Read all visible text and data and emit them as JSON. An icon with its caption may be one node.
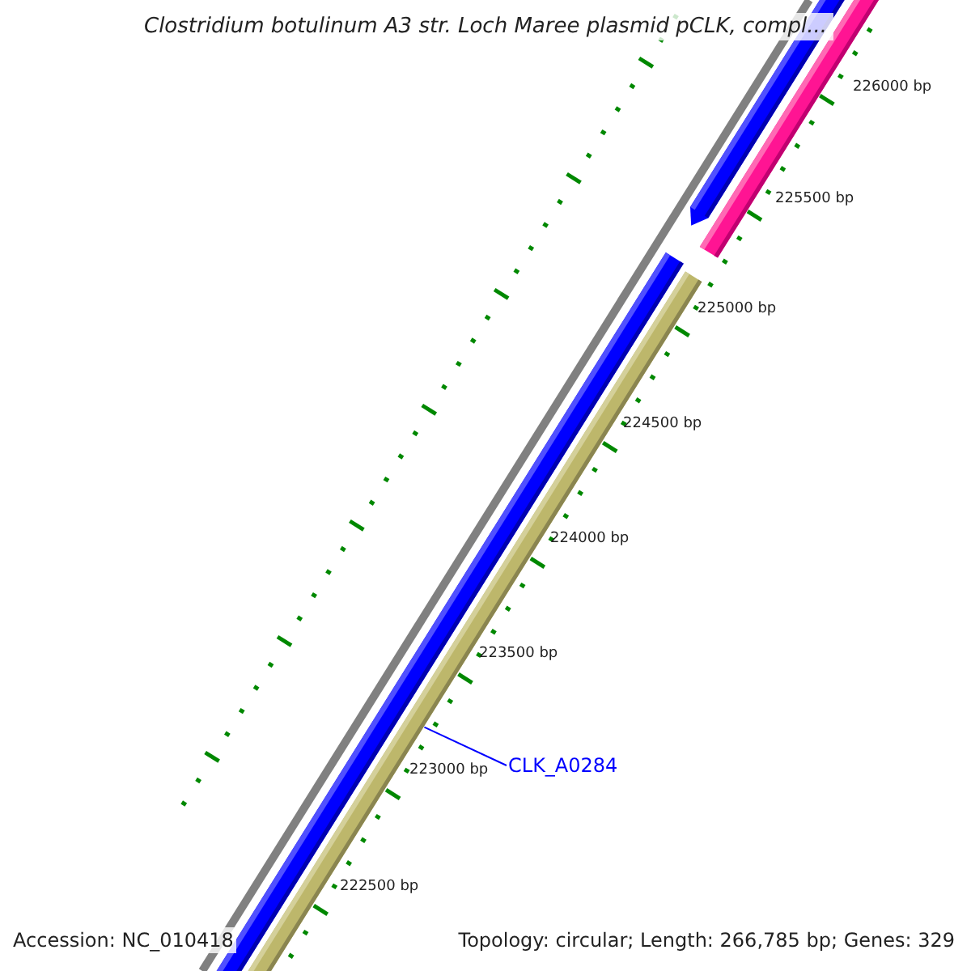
{
  "diagram": {
    "title": "Clostridium botulinum A3 str. Loch Maree plasmid pCLK, compl...",
    "nodes": [
      {
        "text": [
          "CLK_A0284"
        ]
      },
      {
        "text": [],
        "shape": "bar"
      }
    ],
    "edges": [
      {
        "from": 0,
        "to": 1,
        "arrow": "none"
      }
    ],
    "labels": [
      "226000 bp",
      "225500 bp",
      "225000 bp",
      "224500 bp",
      "224000 bp",
      "223500 bp",
      "223000 bp",
      "222500 bp",
      "Accession: NC_010418",
      "Topology: circular; Length: 266,785 bp; Genes: 329"
    ]
  }
}
